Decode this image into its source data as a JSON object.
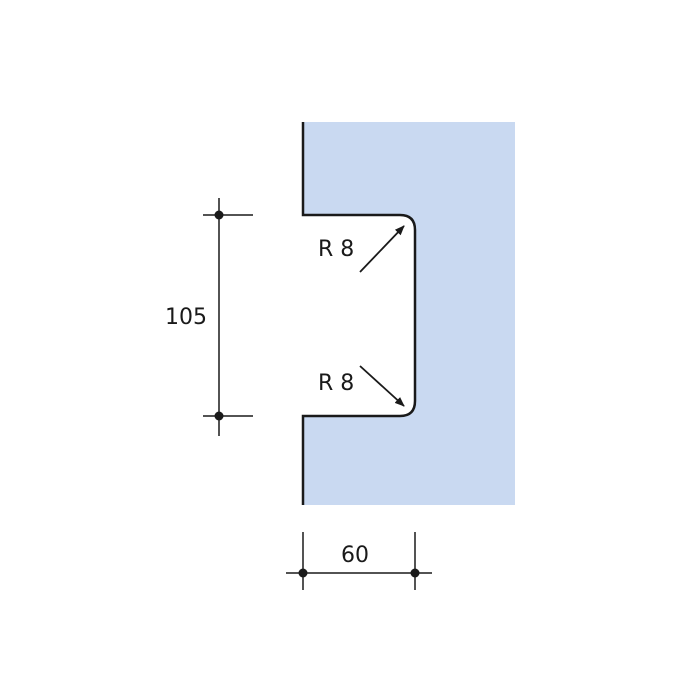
{
  "colors": {
    "profile_fill": "#c9d9f1",
    "line": "#1a1a1a"
  },
  "dimensions": {
    "height_label": "105",
    "width_label": "60",
    "radius_top_label": "R 8",
    "radius_bottom_label": "R 8"
  }
}
